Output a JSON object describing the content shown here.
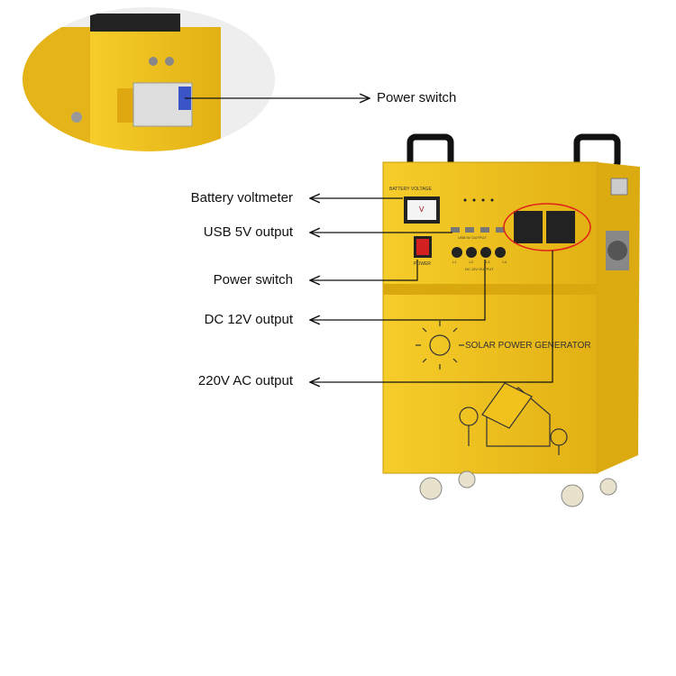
{
  "labels": {
    "inset_power_switch": "Power switch",
    "battery_voltmeter": "Battery voltmeter",
    "usb_output": "USB 5V output",
    "power_switch": "Power switch",
    "dc_output": "DC 12V output",
    "ac_output": "220V AC output"
  },
  "device": {
    "voltmeter_caption": "BATTERY VOLTAGE",
    "voltmeter_unit": "V",
    "switch_caption": "POWER",
    "usb_caption": "USB 5V OUTPUT",
    "dc_caption": "DC 12V OUTPUT",
    "dc_ports": [
      "L1",
      "L2",
      "L3",
      "L4"
    ],
    "brand_text": "SOLAR POWER GENERATOR"
  },
  "colors": {
    "body": "#f2c21c",
    "body_dark": "#d9a80f",
    "highlight_ring": "#e0201a",
    "switch": "#d42020"
  }
}
